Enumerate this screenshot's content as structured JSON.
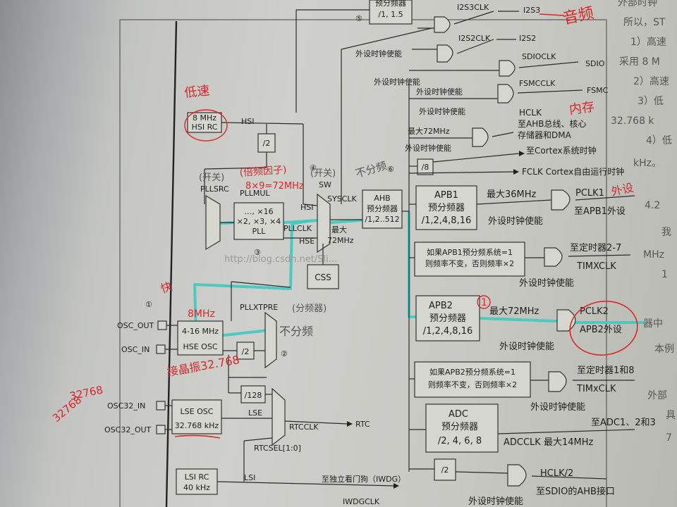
{
  "blocks": {
    "hsi_rc": {
      "line1": "8 MHz",
      "line2": "HSI RC"
    },
    "hse_osc": {
      "line1": "4-16 MHz",
      "line2": "HSE OSC"
    },
    "lse_osc": {
      "line1": "LSE OSC",
      "line2": "32.768 kHz"
    },
    "lsi_rc": {
      "line1": "LSI RC",
      "line2": "40 kHz"
    },
    "pllmul": {
      "title": "PLLMUL",
      "line1": "…, ×16",
      "line2": "×2, ×3, ×4",
      "line3": "PLL"
    },
    "css": "CSS",
    "ahb": {
      "line1": "AHB",
      "line2": "预分频器",
      "line3": "/1,2..512"
    },
    "apb1": {
      "line1": "APB1",
      "line2": "预分频器",
      "line3": "/1,2,4,8,16"
    },
    "apb2": {
      "line1": "APB2",
      "line2": "预分频器",
      "line3": "/1,2,4,8,16"
    },
    "adc": {
      "line1": "ADC",
      "line2": "预分频器",
      "line3": "/2, 4, 6, 8"
    },
    "note_apb1": {
      "line1": "如果APB1预分频系统=1",
      "line2": "则频率不变，否则频率×2"
    },
    "note_apb2": {
      "line1": "如果APB2预分频系统=1",
      "line2": "则频率不变，否则频率×2"
    },
    "usb_prescaler": {
      "line1": "预分频器",
      "line2": "/1, 1.5"
    }
  },
  "dividers": {
    "hsi_div2": "/2",
    "hse_div2": "/2",
    "div128": "/128",
    "div8": "/8",
    "sdio_div2": "/2"
  },
  "labels": {
    "hsi": "HSI",
    "hse": "HSE",
    "lse": "LSE",
    "lsi": "LSI",
    "pllsrc": "PLLSRC",
    "pllclk": "PLLCLK",
    "sw": "SW",
    "sysclk": "SYSCLK",
    "max72": "最大",
    "max72b": "72MHz",
    "pllxtpre": "PLLXTPRE",
    "rtcclk": "RTCCLK",
    "rtc": "RTC",
    "rtcsel": "RTCSEL[1:0]",
    "iwdg_to": "至独立看门狗（IWDG）",
    "iwdgclk": "IWDGCLK",
    "i2s3clk": "I2S3CLK",
    "i2s3": "I2S3",
    "i2s2clk": "I2S2CLK",
    "i2s2": "I2S2",
    "sdioclk": "SDIOCLK",
    "sdio": "SDIO",
    "fsmcclk": "FSMCCLK",
    "fsmc": "FSMC",
    "hclk": "HCLK",
    "hclk_to1": "至AHB总线、核心",
    "hclk_to2": "存储器和DMA",
    "max72mhz": "最大72MHz",
    "cortex_timer": "至Cortex系统时钟",
    "fclk": "FCLK  Cortex自由运行时钟",
    "pclk1": "PCLK1",
    "apb1_periph": "至APB1外设",
    "max36": "最大36MHz",
    "timer27": "至定时器2-7",
    "timxclk": "TIMXCLK",
    "pclk2": "PCLK2",
    "apb2_periph": "APB2外设",
    "max72_apb2": "最大72MHz",
    "timer18": "至定时器1和8",
    "timxclk2": "TIMxCLK",
    "adc_to": "至ADC1、2和3",
    "adcclk": "ADCCLK  最大14MHz",
    "hclk2": "HCLK/2",
    "sdio_ahb": "至SDIO的AHB接口",
    "pclk_en": "外设时钟使能",
    "osc_out": "OSC_OUT",
    "osc_in": "OSC_IN",
    "osc32_in": "OSC32_IN",
    "osc32_out": "OSC32_OUT",
    "circ1": "①",
    "circ2": "②",
    "circ3": "③",
    "circ4": "④",
    "circ5": "⑤",
    "circ6": "⑥",
    "watermark": "http://blog.csdn.net/Sli..."
  },
  "right_page": {
    "l1": "外部时钟",
    "l2": "所以，ST",
    "l3": "1）高速",
    "l4": "采用 8 M",
    "l5": "2）高速",
    "l6": "3）低",
    "l7": "32.768 k",
    "l8": "4）低",
    "l9": "kHz。",
    "l10": "4.2",
    "l11": "我",
    "l12": "MHz",
    "l13": "1",
    "l14": "器中",
    "l15": "本例",
    "l16": "外部",
    "l17": "具",
    "l18": "7"
  },
  "handwriting": {
    "audio": "音频",
    "memory": "内存",
    "peripheral": "外设",
    "low_speed": "低速",
    "frequency": "不分频",
    "switch1": "(开关)",
    "switch2": "(开关)",
    "mul": "(倍频因子)",
    "mul_eq": "8×9=72MHz",
    "fast": "快",
    "eight_mhz": "8MHz",
    "pllxtpre_note": "(分频器)",
    "no_div": "不分频",
    "no_div_ahb": "不分频",
    "crystal": "接晶振32.768",
    "freq_32768": "32768",
    "lse_note": "32768",
    "apb2_mark": "1"
  },
  "colors": {
    "highlight": "#3fc9c0",
    "ink_red": "#d8282a",
    "paper": "#cfcfcb"
  }
}
